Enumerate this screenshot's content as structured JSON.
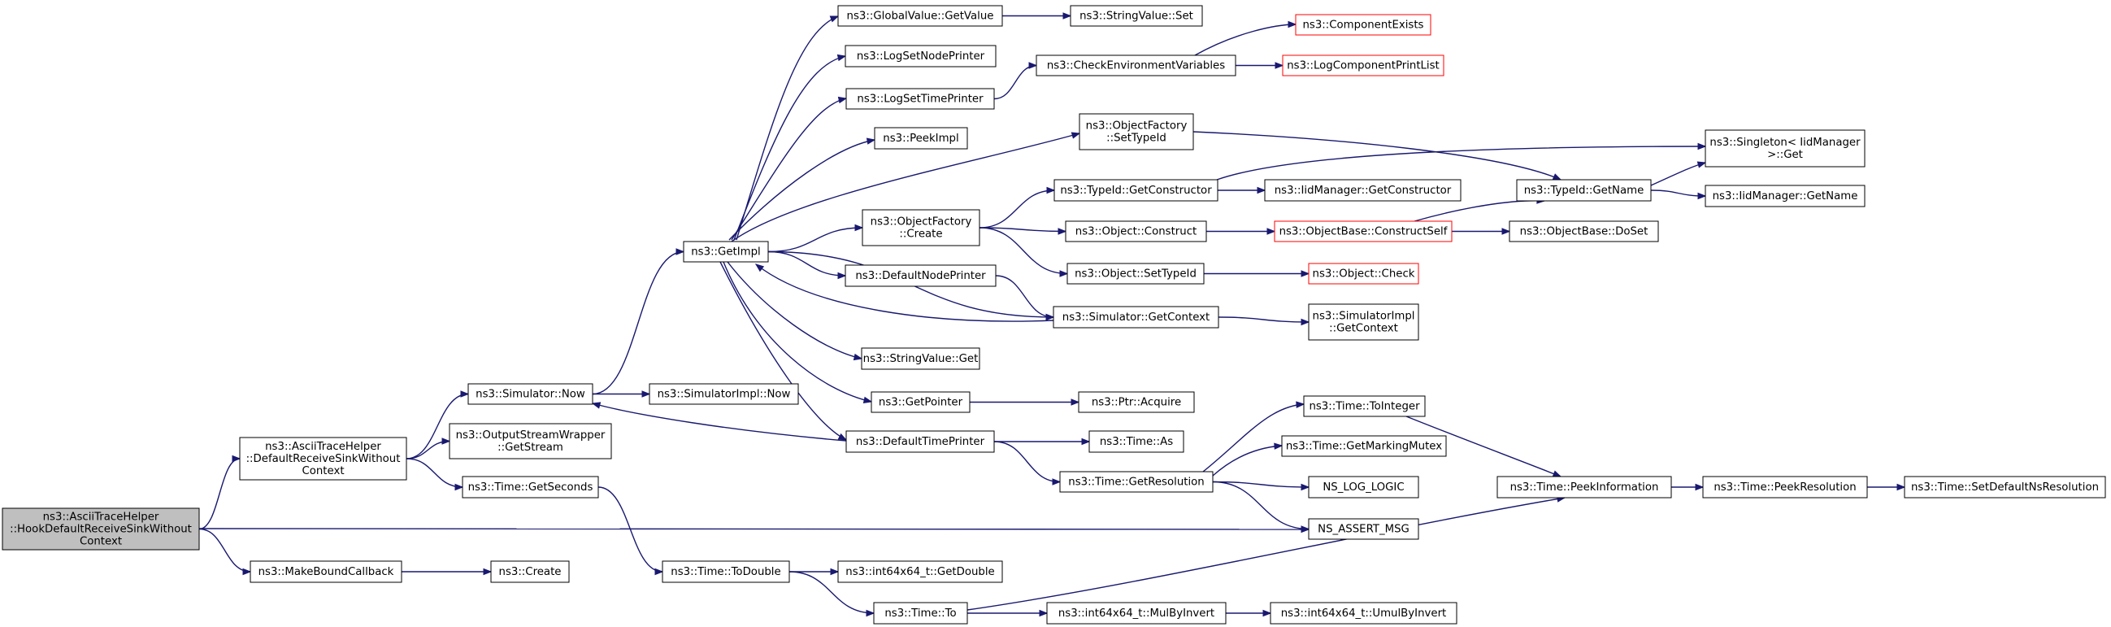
{
  "diagram": {
    "nodes": [
      {
        "id": "root",
        "lines": [
          "ns3::AsciiTraceHelper",
          "::HookDefaultReceiveSinkWithout",
          "Context"
        ],
        "style": "root"
      },
      {
        "id": "drsink",
        "lines": [
          "ns3::AsciiTraceHelper",
          "::DefaultReceiveSinkWithout",
          "Context"
        ],
        "style": "normal"
      },
      {
        "id": "mbc",
        "lines": [
          "ns3::MakeBoundCallback"
        ],
        "style": "normal"
      },
      {
        "id": "create",
        "lines": [
          "ns3::Create"
        ],
        "style": "normal"
      },
      {
        "id": "simnow",
        "lines": [
          "ns3::Simulator::Now"
        ],
        "style": "normal"
      },
      {
        "id": "osw",
        "lines": [
          "ns3::OutputStreamWrapper",
          "::GetStream"
        ],
        "style": "normal"
      },
      {
        "id": "getsec",
        "lines": [
          "ns3::Time::GetSeconds"
        ],
        "style": "normal"
      },
      {
        "id": "simimplnow",
        "lines": [
          "ns3::SimulatorImpl::Now"
        ],
        "style": "normal"
      },
      {
        "id": "getimpl",
        "lines": [
          "ns3::GetImpl"
        ],
        "style": "normal"
      },
      {
        "id": "todouble",
        "lines": [
          "ns3::Time::ToDouble"
        ],
        "style": "normal"
      },
      {
        "id": "gvget",
        "lines": [
          "ns3::GlobalValue::GetValue"
        ],
        "style": "normal"
      },
      {
        "id": "lsnp",
        "lines": [
          "ns3::LogSetNodePrinter"
        ],
        "style": "normal"
      },
      {
        "id": "lstp",
        "lines": [
          "ns3::LogSetTimePrinter"
        ],
        "style": "normal"
      },
      {
        "id": "peekimpl",
        "lines": [
          "ns3::PeekImpl"
        ],
        "style": "normal"
      },
      {
        "id": "ofcreate",
        "lines": [
          "ns3::ObjectFactory",
          "::Create"
        ],
        "style": "normal"
      },
      {
        "id": "dnp",
        "lines": [
          "ns3::DefaultNodePrinter"
        ],
        "style": "normal"
      },
      {
        "id": "svget",
        "lines": [
          "ns3::StringValue::Get"
        ],
        "style": "normal"
      },
      {
        "id": "getptr",
        "lines": [
          "ns3::GetPointer"
        ],
        "style": "normal"
      },
      {
        "id": "dtp",
        "lines": [
          "ns3::DefaultTimePrinter"
        ],
        "style": "normal"
      },
      {
        "id": "i64getdouble",
        "lines": [
          "ns3::int64x64_t::GetDouble"
        ],
        "style": "normal"
      },
      {
        "id": "timeto",
        "lines": [
          "ns3::Time::To"
        ],
        "style": "normal"
      },
      {
        "id": "svset",
        "lines": [
          "ns3::StringValue::Set"
        ],
        "style": "normal"
      },
      {
        "id": "cev",
        "lines": [
          "ns3::CheckEnvironmentVariables"
        ],
        "style": "normal"
      },
      {
        "id": "ofsettid",
        "lines": [
          "ns3::ObjectFactory",
          "::SetTypeId"
        ],
        "style": "normal"
      },
      {
        "id": "tidgetctor",
        "lines": [
          "ns3::TypeId::GetConstructor"
        ],
        "style": "normal"
      },
      {
        "id": "objconstruct",
        "lines": [
          "ns3::Object::Construct"
        ],
        "style": "normal"
      },
      {
        "id": "objsettid",
        "lines": [
          "ns3::Object::SetTypeId"
        ],
        "style": "normal"
      },
      {
        "id": "simgetctx",
        "lines": [
          "ns3::Simulator::GetContext"
        ],
        "style": "normal"
      },
      {
        "id": "ptracq",
        "lines": [
          "ns3::Ptr::Acquire"
        ],
        "style": "normal"
      },
      {
        "id": "timeas",
        "lines": [
          "ns3::Time::As"
        ],
        "style": "normal"
      },
      {
        "id": "getres",
        "lines": [
          "ns3::Time::GetResolution"
        ],
        "style": "normal"
      },
      {
        "id": "mulbyinv",
        "lines": [
          "ns3::int64x64_t::MulByInvert"
        ],
        "style": "normal"
      },
      {
        "id": "compexists",
        "lines": [
          "ns3::ComponentExists"
        ],
        "style": "red"
      },
      {
        "id": "logcompprint",
        "lines": [
          "ns3::LogComponentPrintList"
        ],
        "style": "red"
      },
      {
        "id": "iidgetctor",
        "lines": [
          "ns3::IidManager::GetConstructor"
        ],
        "style": "normal"
      },
      {
        "id": "objbaseconstruct",
        "lines": [
          "ns3::ObjectBase::ConstructSelf"
        ],
        "style": "red"
      },
      {
        "id": "objcheck",
        "lines": [
          "ns3::Object::Check"
        ],
        "style": "red"
      },
      {
        "id": "simimplgetctx",
        "lines": [
          "ns3::SimulatorImpl",
          "::GetContext"
        ],
        "style": "normal"
      },
      {
        "id": "tointeger",
        "lines": [
          "ns3::Time::ToInteger"
        ],
        "style": "normal"
      },
      {
        "id": "getmarkmutex",
        "lines": [
          "ns3::Time::GetMarkingMutex"
        ],
        "style": "normal"
      },
      {
        "id": "nslog",
        "lines": [
          "NS_LOG_LOGIC"
        ],
        "style": "normal"
      },
      {
        "id": "nsassert",
        "lines": [
          "NS_ASSERT_MSG"
        ],
        "style": "normal"
      },
      {
        "id": "umulbyinv",
        "lines": [
          "ns3::int64x64_t::UmulByInvert"
        ],
        "style": "normal"
      },
      {
        "id": "tidgetname",
        "lines": [
          "ns3::TypeId::GetName"
        ],
        "style": "normal"
      },
      {
        "id": "objbasedoset",
        "lines": [
          "ns3::ObjectBase::DoSet"
        ],
        "style": "normal"
      },
      {
        "id": "peekinfo",
        "lines": [
          "ns3::Time::PeekInformation"
        ],
        "style": "normal"
      },
      {
        "id": "singleton",
        "lines": [
          "ns3::Singleton< IidManager",
          ">::Get"
        ],
        "style": "normal"
      },
      {
        "id": "iidgetname",
        "lines": [
          "ns3::IidManager::GetName"
        ],
        "style": "normal"
      },
      {
        "id": "peekres",
        "lines": [
          "ns3::Time::PeekResolution"
        ],
        "style": "normal"
      },
      {
        "id": "setdefres",
        "lines": [
          "ns3::Time::SetDefaultNsResolution"
        ],
        "style": "normal"
      }
    ],
    "edges": [
      [
        "root",
        "drsink"
      ],
      [
        "root",
        "mbc"
      ],
      [
        "root",
        "nsassert"
      ],
      [
        "drsink",
        "simnow"
      ],
      [
        "drsink",
        "osw"
      ],
      [
        "drsink",
        "getsec"
      ],
      [
        "mbc",
        "create"
      ],
      [
        "simnow",
        "simimplnow"
      ],
      [
        "simnow",
        "getimpl"
      ],
      [
        "getsec",
        "todouble"
      ],
      [
        "todouble",
        "i64getdouble"
      ],
      [
        "todouble",
        "timeto"
      ],
      [
        "timeto",
        "mulbyinv"
      ],
      [
        "timeto",
        "peekinfo"
      ],
      [
        "mulbyinv",
        "umulbyinv"
      ],
      [
        "getimpl",
        "gvget"
      ],
      [
        "getimpl",
        "lsnp"
      ],
      [
        "getimpl",
        "lstp"
      ],
      [
        "getimpl",
        "peekimpl"
      ],
      [
        "getimpl",
        "ofsettid"
      ],
      [
        "getimpl",
        "ofcreate"
      ],
      [
        "getimpl",
        "dnp"
      ],
      [
        "getimpl",
        "simgetctx"
      ],
      [
        "getimpl",
        "svget"
      ],
      [
        "getimpl",
        "getptr"
      ],
      [
        "getimpl",
        "dtp"
      ],
      [
        "gvget",
        "svset"
      ],
      [
        "lstp",
        "cev"
      ],
      [
        "cev",
        "compexists"
      ],
      [
        "cev",
        "logcompprint"
      ],
      [
        "ofsettid",
        "tidgetname"
      ],
      [
        "ofcreate",
        "tidgetctor"
      ],
      [
        "ofcreate",
        "objconstruct"
      ],
      [
        "ofcreate",
        "objsettid"
      ],
      [
        "tidgetctor",
        "singleton"
      ],
      [
        "tidgetctor",
        "iidgetctor"
      ],
      [
        "objconstruct",
        "objbaseconstruct"
      ],
      [
        "objbaseconstruct",
        "tidgetname"
      ],
      [
        "objbaseconstruct",
        "objbasedoset"
      ],
      [
        "objsettid",
        "objcheck"
      ],
      [
        "dnp",
        "simgetctx"
      ],
      [
        "simgetctx",
        "getimpl"
      ],
      [
        "simgetctx",
        "simimplgetctx"
      ],
      [
        "getptr",
        "ptracq"
      ],
      [
        "dtp",
        "simnow"
      ],
      [
        "dtp",
        "timeas"
      ],
      [
        "dtp",
        "getres"
      ],
      [
        "getres",
        "tointeger"
      ],
      [
        "getres",
        "getmarkmutex"
      ],
      [
        "getres",
        "nslog"
      ],
      [
        "getres",
        "nsassert"
      ],
      [
        "tointeger",
        "peekinfo"
      ],
      [
        "peekinfo",
        "peekres"
      ],
      [
        "peekres",
        "setdefres"
      ],
      [
        "tidgetname",
        "singleton"
      ],
      [
        "tidgetname",
        "iidgetname"
      ]
    ]
  }
}
